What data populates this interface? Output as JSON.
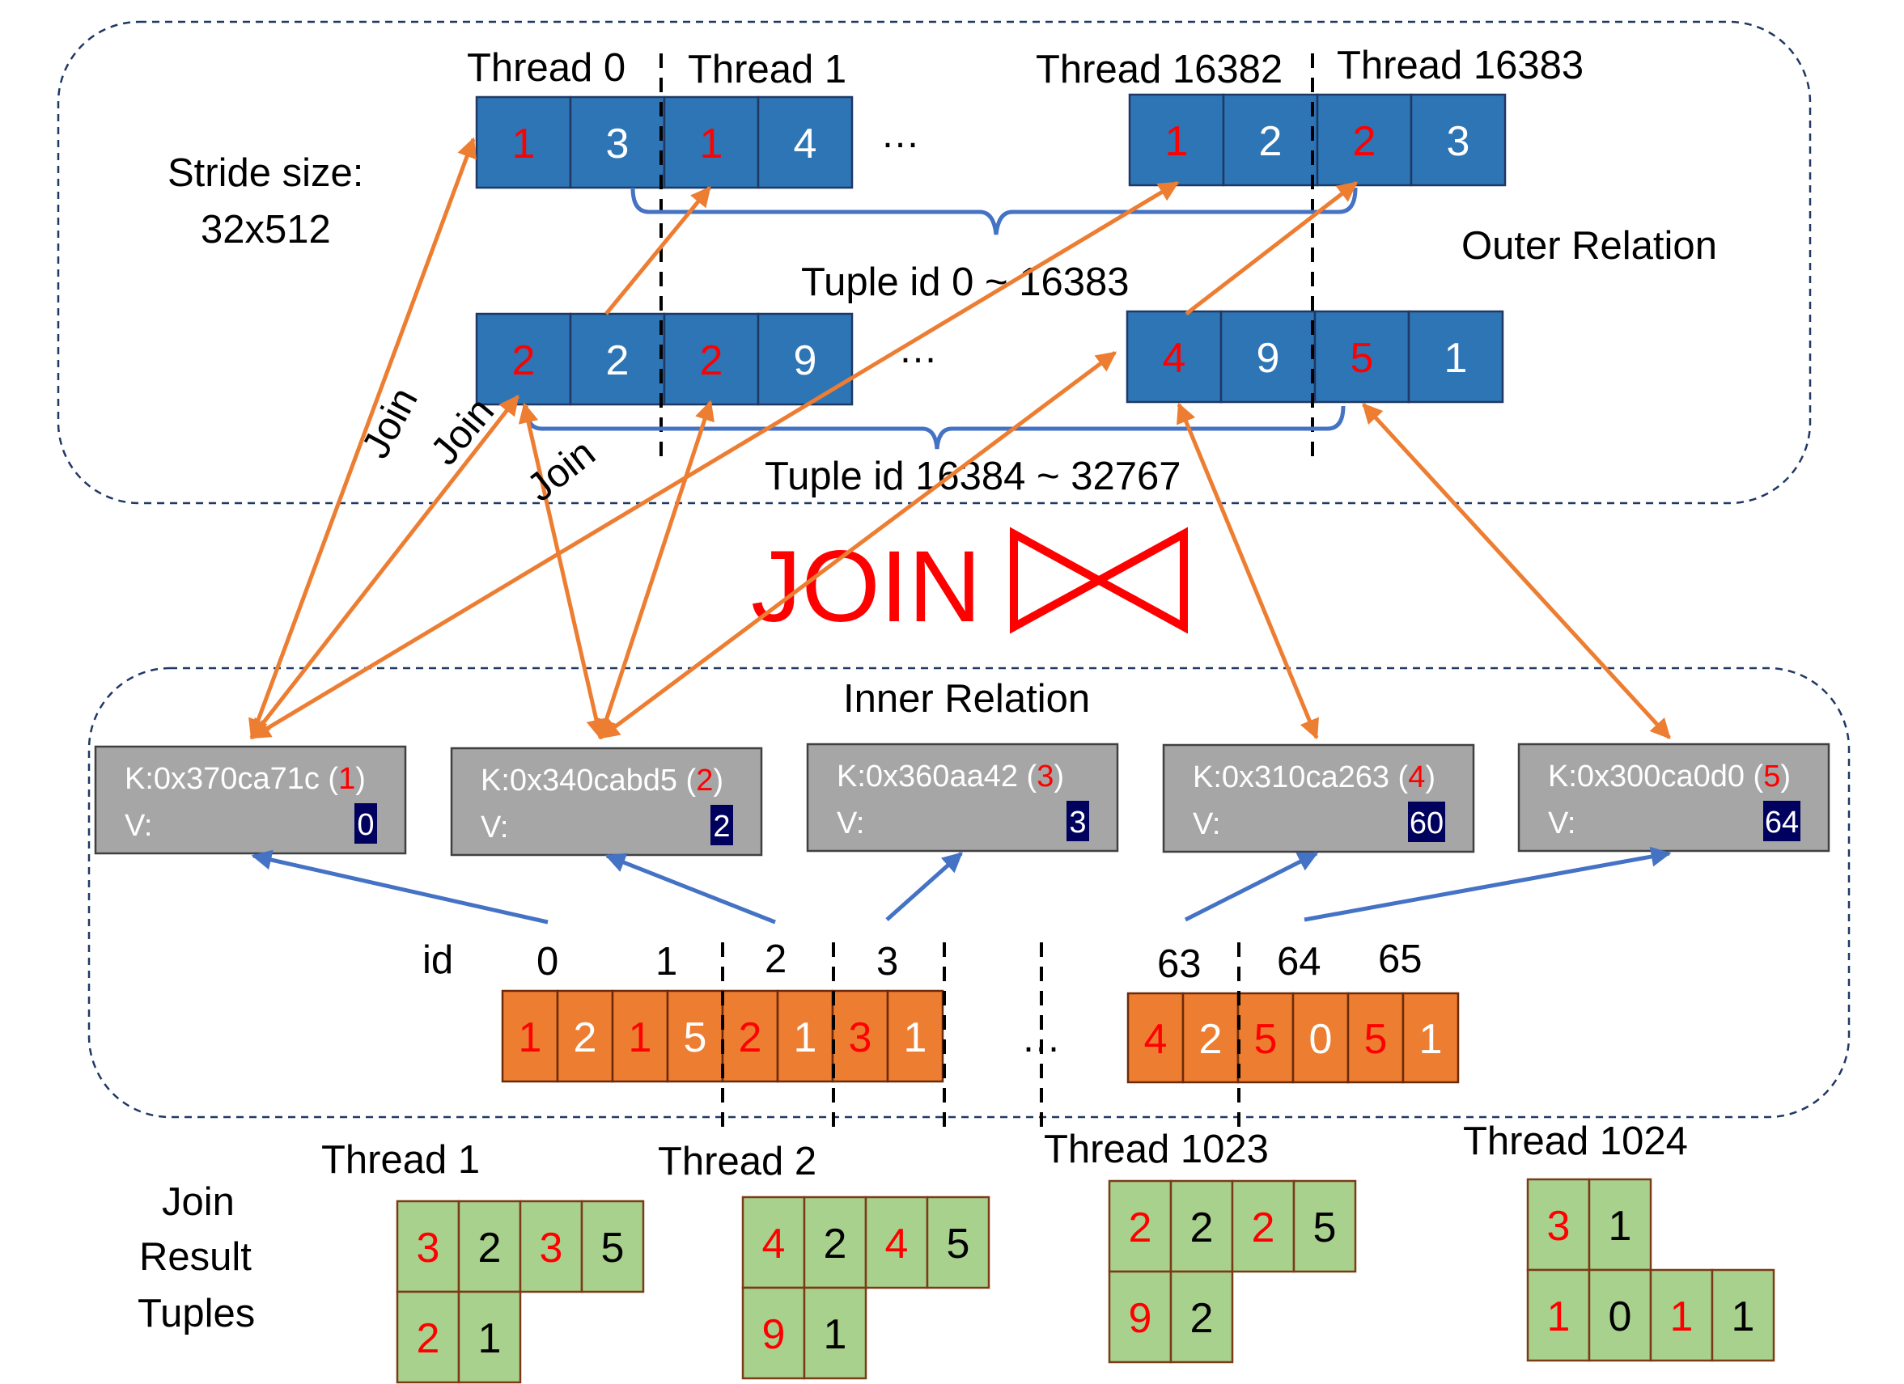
{
  "colors": {
    "outer_cell": "#2e75b6",
    "inner_cell": "#ed7d31",
    "result_cell": "#a9d18e",
    "hash_entry": "#a6a6a6",
    "value_box": "#00005e",
    "join_arrow": "#ed7d31",
    "pointer_arrow": "#4472c4",
    "key_text": "#ff0000",
    "join_title": "#ff0000"
  },
  "outer": {
    "title": "Outer Relation",
    "stride_line1": "Stride size:",
    "stride_line2": "32x512",
    "thread_labels": [
      "Thread 0",
      "Thread 1",
      "Thread 16382",
      "Thread 16383"
    ],
    "row1_left": [
      "1",
      "3",
      "1",
      "4"
    ],
    "row1_right": [
      "1",
      "2",
      "2",
      "3"
    ],
    "row2_left": [
      "2",
      "2",
      "2",
      "9"
    ],
    "row2_right": [
      "4",
      "9",
      "5",
      "1"
    ],
    "ellipsis": "…",
    "range1": "Tuple id  0 ~ 16383",
    "range2": "Tuple id 16384 ~ 32767",
    "join_label": "Join"
  },
  "join_title": "JOIN",
  "join_icon": "bowtie-join-icon",
  "inner": {
    "title": "Inner Relation",
    "entries": [
      {
        "key_prefix": "K:0x370ca71c (",
        "key_num": "1",
        "key_suffix": ")",
        "v_label": "V:",
        "v_value": "0"
      },
      {
        "key_prefix": "K:0x340cabd5 (",
        "key_num": "2",
        "key_suffix": ")",
        "v_label": "V:",
        "v_value": "2"
      },
      {
        "key_prefix": "K:0x360aa42 (",
        "key_num": "3",
        "key_suffix": ")",
        "v_label": "V:",
        "v_value": "3"
      },
      {
        "key_prefix": "K:0x310ca263 (",
        "key_num": "4",
        "key_suffix": ")",
        "v_label": "V:",
        "v_value": "60"
      },
      {
        "key_prefix": "K:0x300ca0d0 (",
        "key_num": "5",
        "key_suffix": ")",
        "v_label": "V:",
        "v_value": "64"
      }
    ],
    "id_label": "id",
    "ids": [
      "0",
      "1",
      "2",
      "3",
      "63",
      "64",
      "65"
    ],
    "cells_left": [
      "1",
      "2",
      "1",
      "5",
      "2",
      "1",
      "3",
      "1"
    ],
    "cells_right": [
      "4",
      "2",
      "5",
      "0",
      "5",
      "1"
    ],
    "ellipsis": "…"
  },
  "results": {
    "title_lines": [
      "Join",
      "Result",
      "Tuples"
    ],
    "threads": [
      {
        "label": "Thread 1",
        "row1": [
          "3",
          "2",
          "3",
          "5"
        ],
        "row2": [
          "2",
          "1"
        ]
      },
      {
        "label": "Thread 2",
        "row1": [
          "4",
          "2",
          "4",
          "5"
        ],
        "row2": [
          "9",
          "1"
        ]
      },
      {
        "label": "Thread 1023",
        "row1": [
          "2",
          "2",
          "2",
          "5"
        ],
        "row2": [
          "9",
          "2"
        ]
      },
      {
        "label": "Thread 1024",
        "row1": [
          "3",
          "1"
        ],
        "row2": [
          "1",
          "0",
          "1",
          "1"
        ]
      }
    ]
  }
}
